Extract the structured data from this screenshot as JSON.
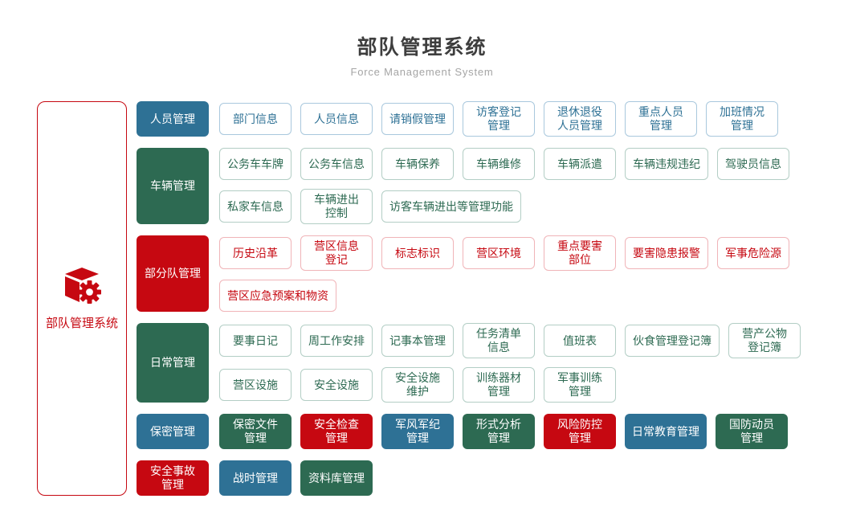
{
  "header": {
    "title": "部队管理系统",
    "subtitle": "Force Management System"
  },
  "sidebar": {
    "label": "部队管理系统",
    "icon": "cube-gear-icon"
  },
  "palette": {
    "blue": {
      "solid": "#2e7195",
      "border": "#a9c8dd"
    },
    "green": {
      "solid": "#2d6a52",
      "border": "#b3cec5"
    },
    "red": {
      "solid": "#c60811",
      "border": "#f0b4b8"
    }
  },
  "rows": [
    {
      "category": {
        "label": "人员管理",
        "color": "blue",
        "style": "solid"
      },
      "lines": [
        [
          {
            "label": "部门信息",
            "color": "blue",
            "style": "outline"
          },
          {
            "label": "人员信息",
            "color": "blue",
            "style": "outline"
          },
          {
            "label": "请销假管理",
            "color": "blue",
            "style": "outline"
          },
          {
            "label": "访客登记\n管理",
            "color": "blue",
            "style": "outline"
          },
          {
            "label": "退休退役\n人员管理",
            "color": "blue",
            "style": "outline"
          },
          {
            "label": "重点人员\n管理",
            "color": "blue",
            "style": "outline"
          },
          {
            "label": "加班情况\n管理",
            "color": "blue",
            "style": "outline"
          }
        ]
      ]
    },
    {
      "category": {
        "label": "车辆管理",
        "color": "green",
        "style": "solid"
      },
      "lines": [
        [
          {
            "label": "公务车车牌",
            "color": "green",
            "style": "outline"
          },
          {
            "label": "公务车信息",
            "color": "green",
            "style": "outline"
          },
          {
            "label": "车辆保养",
            "color": "green",
            "style": "outline"
          },
          {
            "label": "车辆维修",
            "color": "green",
            "style": "outline"
          },
          {
            "label": "车辆派遣",
            "color": "green",
            "style": "outline"
          },
          {
            "label": "车辆违规违纪",
            "color": "green",
            "style": "outline"
          },
          {
            "label": "驾驶员信息",
            "color": "green",
            "style": "outline"
          }
        ],
        [
          {
            "label": "私家车信息",
            "color": "green",
            "style": "outline"
          },
          {
            "label": "车辆进出\n控制",
            "color": "green",
            "style": "outline"
          },
          {
            "label": "访客车辆进出等管理功能",
            "color": "green",
            "style": "outline"
          }
        ]
      ]
    },
    {
      "category": {
        "label": "部分队管理",
        "color": "red",
        "style": "solid"
      },
      "lines": [
        [
          {
            "label": "历史沿革",
            "color": "red",
            "style": "outline"
          },
          {
            "label": "营区信息\n登记",
            "color": "red",
            "style": "outline"
          },
          {
            "label": "标志标识",
            "color": "red",
            "style": "outline"
          },
          {
            "label": "营区环境",
            "color": "red",
            "style": "outline"
          },
          {
            "label": "重点要害\n部位",
            "color": "red",
            "style": "outline"
          },
          {
            "label": "要害隐患报警",
            "color": "red",
            "style": "outline"
          },
          {
            "label": "军事危险源",
            "color": "red",
            "style": "outline"
          }
        ],
        [
          {
            "label": "营区应急预案和物资",
            "color": "red",
            "style": "outline"
          }
        ]
      ]
    },
    {
      "category": {
        "label": "日常管理",
        "color": "green",
        "style": "solid"
      },
      "lines": [
        [
          {
            "label": "要事日记",
            "color": "green",
            "style": "outline"
          },
          {
            "label": "周工作安排",
            "color": "green",
            "style": "outline"
          },
          {
            "label": "记事本管理",
            "color": "green",
            "style": "outline"
          },
          {
            "label": "任务清单\n信息",
            "color": "green",
            "style": "outline"
          },
          {
            "label": "值班表",
            "color": "green",
            "style": "outline"
          },
          {
            "label": "伙食管理登记簿",
            "color": "green",
            "style": "outline"
          },
          {
            "label": "营产公物\n登记簿",
            "color": "green",
            "style": "outline"
          }
        ],
        [
          {
            "label": "营区设施",
            "color": "green",
            "style": "outline"
          },
          {
            "label": "安全设施",
            "color": "green",
            "style": "outline"
          },
          {
            "label": "安全设施\n维护",
            "color": "green",
            "style": "outline"
          },
          {
            "label": "训练器材\n管理",
            "color": "green",
            "style": "outline"
          },
          {
            "label": "军事训练\n管理",
            "color": "green",
            "style": "outline"
          }
        ]
      ]
    },
    {
      "category": {
        "label": "保密管理",
        "color": "blue",
        "style": "solid"
      },
      "lines": [
        [
          {
            "label": "保密文件\n管理",
            "color": "green",
            "style": "solid"
          },
          {
            "label": "安全检查\n管理",
            "color": "red",
            "style": "solid"
          },
          {
            "label": "军风军纪\n管理",
            "color": "blue",
            "style": "solid"
          },
          {
            "label": "形式分析\n管理",
            "color": "green",
            "style": "solid"
          },
          {
            "label": "风险防控\n管理",
            "color": "red",
            "style": "solid"
          },
          {
            "label": "日常教育管理",
            "color": "blue",
            "style": "solid"
          },
          {
            "label": "国防动员\n管理",
            "color": "green",
            "style": "solid"
          }
        ]
      ]
    },
    {
      "category": {
        "label": "安全事故\n管理",
        "color": "red",
        "style": "solid"
      },
      "lines": [
        [
          {
            "label": "战时管理",
            "color": "blue",
            "style": "solid"
          },
          {
            "label": "资料库管理",
            "color": "green",
            "style": "solid"
          }
        ]
      ]
    }
  ]
}
